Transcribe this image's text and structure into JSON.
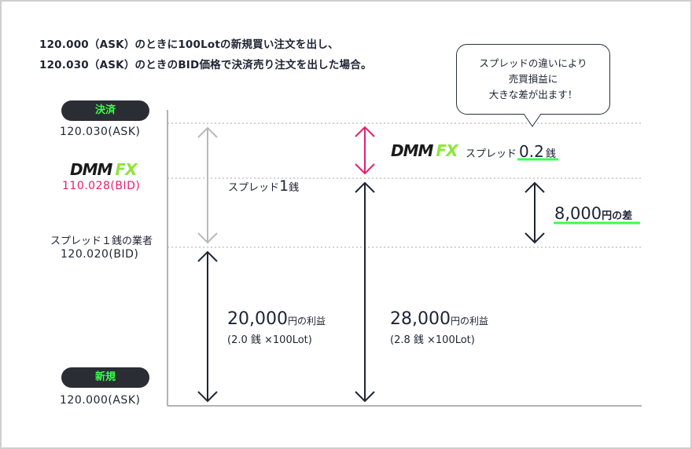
{
  "heading": {
    "line1": "120.000（ASK）のときに100Lotの新規買い注文を出し、",
    "line2": "120.030（ASK）のときのBID価格で決済売り注文を出した場合。"
  },
  "bubble": {
    "line1": "スプレッドの違いにより",
    "line2": "売買損益に",
    "line3": "大きな差が出ます！"
  },
  "left_axis": {
    "settle_pill": "決済",
    "settle_price": "120.030(ASK)",
    "dmm_bid": "110.028(BID)",
    "other_dealer": "スプレッド１銭の業者",
    "other_bid": "120.020(BID)",
    "new_pill": "新規",
    "new_price": "120.000(ASK)"
  },
  "logo": {
    "dmm": "DMM",
    "fx": "FX"
  },
  "annotations": {
    "spread1_text": "スプレッド",
    "spread1_num": "1",
    "spread1_unit": "銭",
    "dmm_spread_text": "スプレッド",
    "dmm_spread_num": "0.2",
    "dmm_spread_unit": "銭",
    "diff_num": "8,000",
    "diff_unit": "円の差",
    "profit1_num": "20,000",
    "profit1_unit": "円の利益",
    "profit1_detail": "(2.0 銭 ×100Lot)",
    "profit2_num": "28,000",
    "profit2_unit": "円の利益",
    "profit2_detail": "(2.8 銭 ×100Lot)"
  },
  "colors": {
    "navy": "#1f2433",
    "gray_arrow": "#b8b8b8",
    "pink": "#e0226b",
    "green": "#39ff4c",
    "dotted": "#aaaaaa"
  }
}
